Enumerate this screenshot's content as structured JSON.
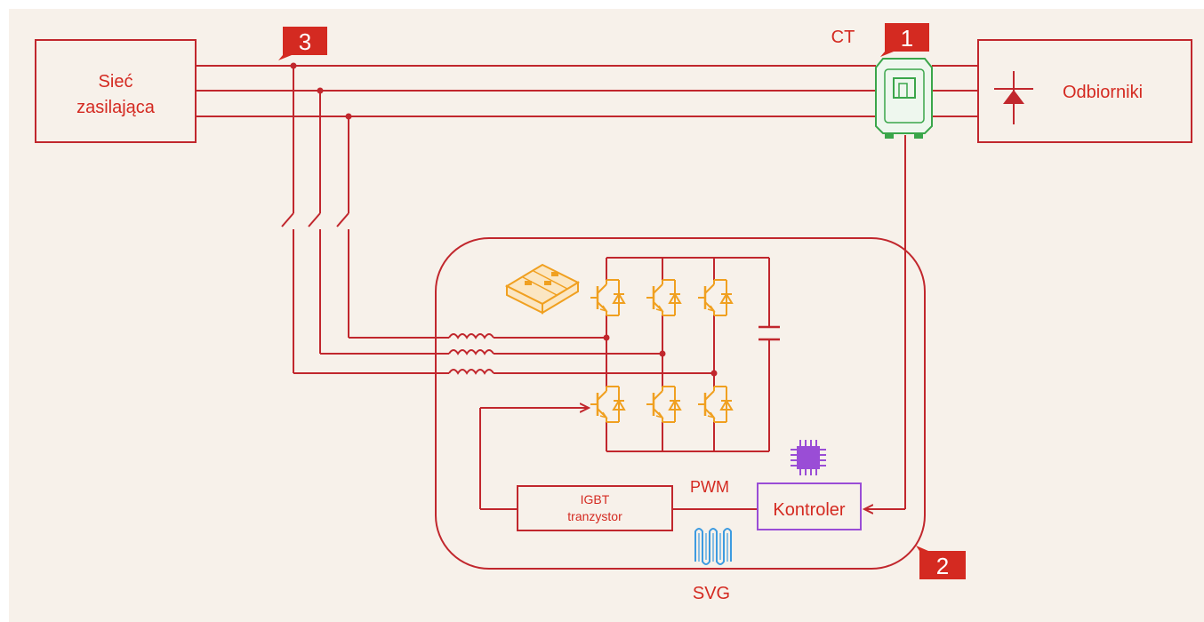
{
  "labels": {
    "grid_line1": "Sieć",
    "grid_line2": "zasilająca",
    "loads": "Odbiorniki",
    "ct": "CT",
    "igbt_line1": "IGBT",
    "igbt_line2": "tranzystor",
    "pwm": "PWM",
    "controller": "Kontroler",
    "svg": "SVG"
  },
  "badges": {
    "one": "1",
    "two": "2",
    "three": "3"
  },
  "colors": {
    "background": "#f7f1ea",
    "line": "#c1272d",
    "text": "#d42a21",
    "badge": "#d42a21",
    "igbt": "#f0a020",
    "ct": "#3aa64a",
    "controller": "#9a4dd6",
    "cooling": "#3d9be0"
  },
  "icons": {
    "ct": "current-transformer-icon",
    "diode": "diode-icon",
    "module": "igbt-module-icon",
    "chip": "chip-icon",
    "cooling": "cooling-coil-icon"
  }
}
